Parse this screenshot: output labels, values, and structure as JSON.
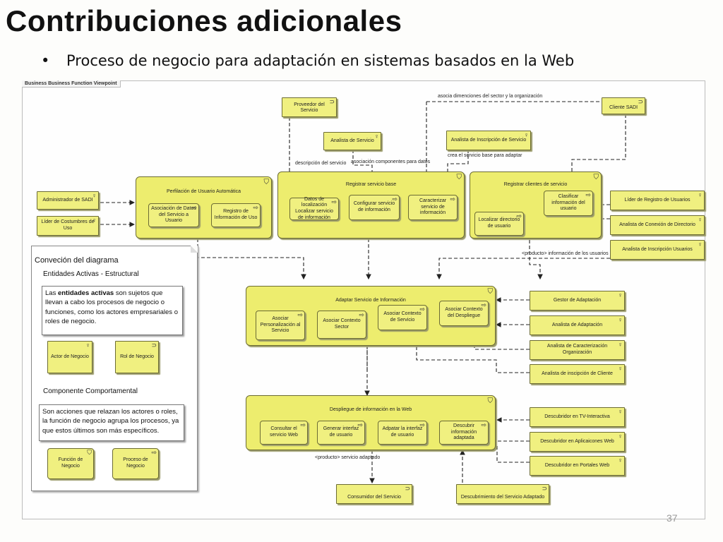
{
  "slide": {
    "title": "Contribuciones adicionales",
    "bullet": "•",
    "subtitle": "Proceso de negocio para adaptación en sistemas basados en la Web",
    "page_number": "37"
  },
  "diagram": {
    "frame_label": "Business Business Function Viewpoint",
    "groups": {
      "perfilacion": "Perfilación de Usuario Automática",
      "registrar_servicio": "Registrar servicio base",
      "registrar_clientes": "Registrar clientes de servicio",
      "adaptar": "Adaptar Servicio de Información",
      "despliegue": "Despliegue de información en la Web"
    },
    "boxes": {
      "proveedor": "Proveedor del Servicio",
      "cliente_sadi": "Cliente SADI",
      "analista_servicio": "Analista de Servicio",
      "analista_inscripcion_servicio": "Analista de Inscripción de Servicio",
      "admin_sadi": "Administrador de SADI",
      "lider_costumbres": "Líder de Costumbres de Uso",
      "asociacion_datos": "Asociación de Datos del Servicio a Usuario",
      "registro_info_uso": "Registro de Información de Uso",
      "datos_localizacion": "Datos de localización Localizar servicio de información",
      "configurar_servicio": "Configurar servicio de información",
      "caracterizar_servicio": "Caracterizar servicio de información",
      "clasificar_info": "Clasificar información del usuario",
      "localizar_directorio": "Localizar directorio de usuario",
      "lider_registro": "Líder de Registro de Usuarios",
      "analista_conexion": "Analista de Conexión de Directorio",
      "analista_inscripcion_usuarios": "Analista de Inscripción Usuarios",
      "asociar_personalizacion": "Asociar Personalización al Servicio",
      "asociar_contexto_sector": "Asociar Contexto Sector",
      "asociar_contexto_servicio": "Asociar Contexto de Servicio",
      "asociar_contexto_despliegue": "Asociar Contexto del Despliegue",
      "gestor_adaptacion": "Gestor de Adaptación",
      "analista_adaptacion": "Analista de Adaptación",
      "analista_caracterizacion": "Analista de Caracterización Organización",
      "analista_inscripcion_cliente": "Analista de inscipción de Cliente",
      "consultar_servicio": "Consultar el servicio Web",
      "generar_interfaz": "Generar interfaz de usuario",
      "adaptar_interfaz": "Adpatar la interfaz de usuario",
      "descubrir_info": "Descubrir información adaptada",
      "descubridor_tv": "Descubridor en TV-Interactiva",
      "descubridor_apps": "Descubridor en Aplicaicones Web",
      "descubridor_portales": "Descubridor en Portales Web",
      "consumidor": "Consumidor del Servicio",
      "descubrimiento": "Descubrimiento del Servicio Adaptado"
    },
    "notes": {
      "asocia_dimensiones": "asocia dimenciones del sector y la organización",
      "crea_servicio": "crea el servicio base para adaptar",
      "descripcion_servicio": "descripción del servicio",
      "asociacion_componentes": "asociación componentes para datos",
      "producto_usuarios": "<producto> información de los usuarios",
      "producto_adaptado": "<producto> servicio adaptado"
    },
    "icons": {
      "actor": "actor-icon",
      "role": "role-icon",
      "function": "function-icon",
      "process": "process-icon"
    }
  },
  "legend": {
    "title": "Conveción del diagrama",
    "active_heading": "Entidades Activas - Estructural",
    "active_text_prefix": "Las ",
    "active_text_bold": "entidades activas",
    "active_text_rest": " son sujetos que llevan a cabo los procesos de negocio o funciones, como los actores empresariales o roles de negocio.",
    "actor_box": "Actor de Negocio",
    "role_box": "Rol de Negocio",
    "behavior_heading": "Componente Comportamental",
    "behavior_text": "Son acciones que relazan los actores o roles, la función de negocio agrupa los procesos, ya que estos últimos son más específicos.",
    "function_box": "Función de Negocio",
    "process_box": "Proceso de Negocio"
  },
  "colors": {
    "element_fill": "#f0f080",
    "group_fill": "#eded6e",
    "border": "#6c6c34"
  }
}
